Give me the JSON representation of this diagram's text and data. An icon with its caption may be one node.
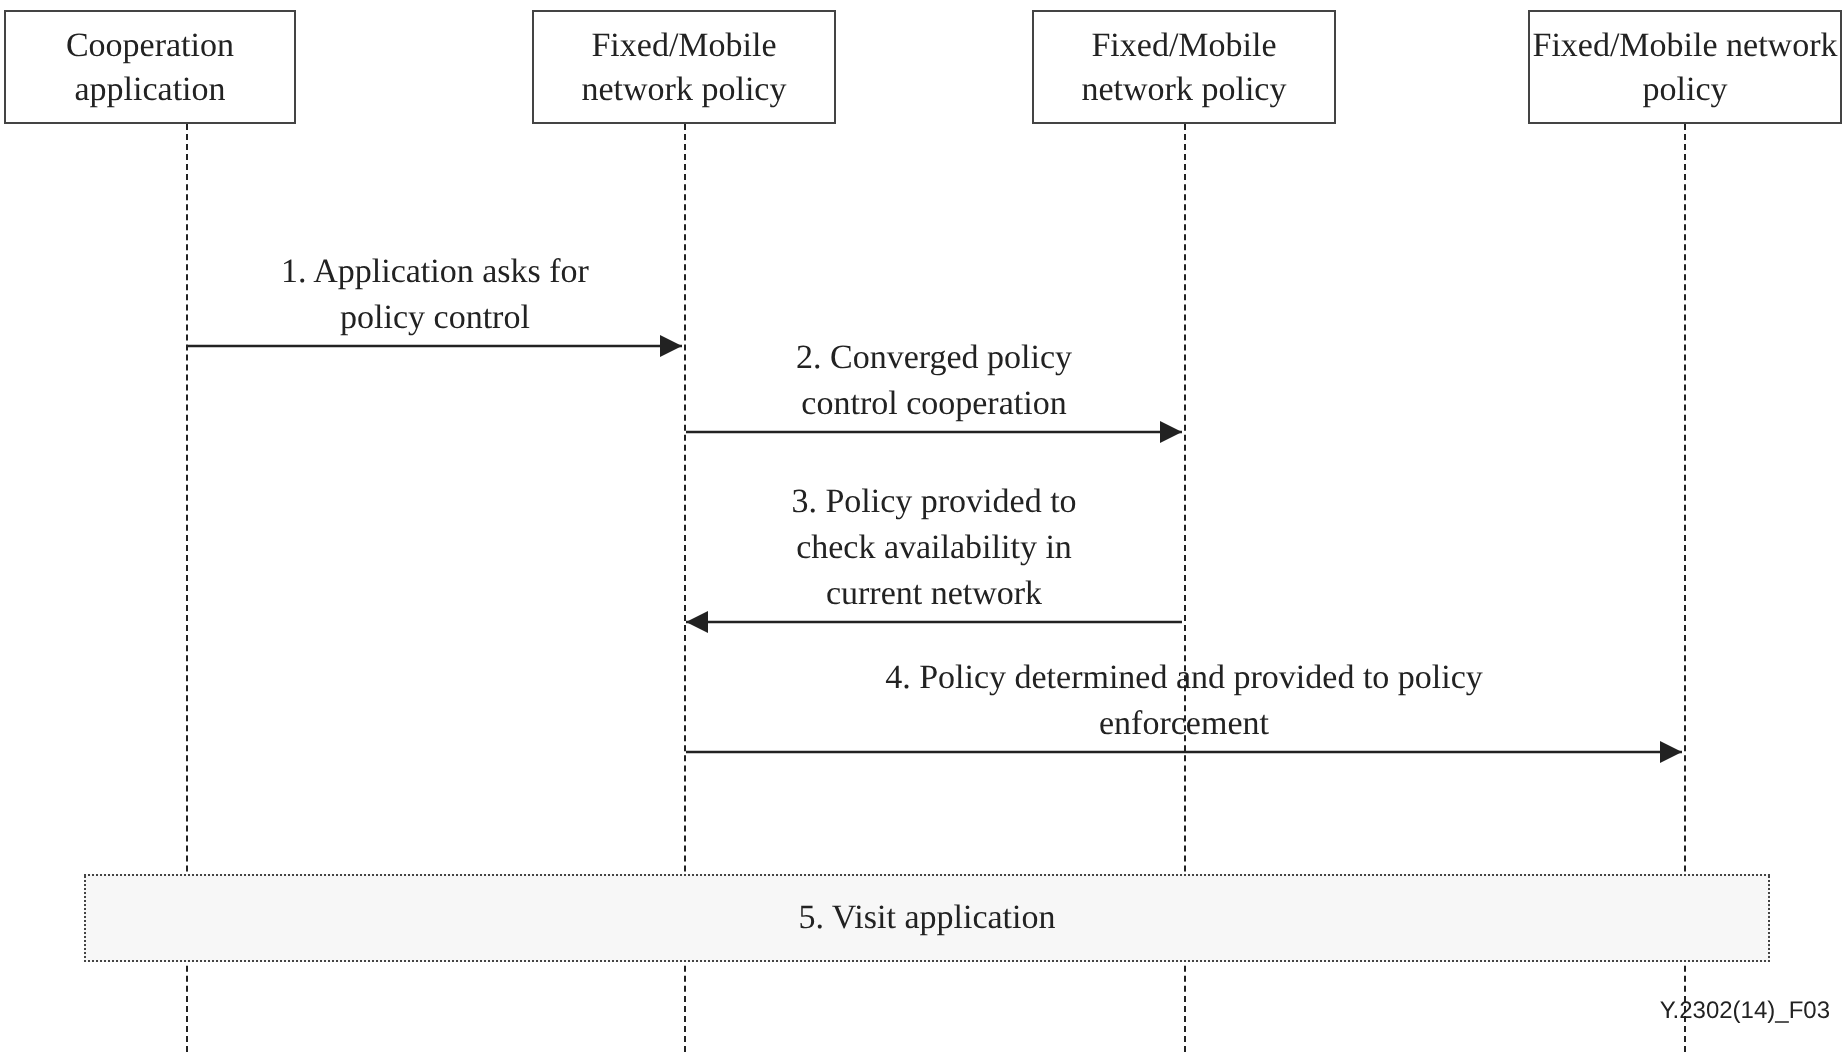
{
  "diagram": {
    "nodes": [
      {
        "text": [
          "Cooperation application"
        ]
      },
      {
        "text": [
          "Fixed/Mobile network policy"
        ]
      },
      {
        "text": [
          "Fixed/Mobile network policy"
        ]
      },
      {
        "text": [
          "Fixed/Mobile network policy"
        ]
      },
      {
        "text": [
          "5. Visit application"
        ]
      },
      {
        "text": [],
        "shape": "line"
      },
      {
        "text": [],
        "shape": "line"
      },
      {
        "text": [],
        "shape": "line"
      },
      {
        "text": [],
        "shape": "line"
      }
    ],
    "edges": [
      {
        "from": 5,
        "to": 6,
        "arrow": "to",
        "label": "1. Application asks for policy control"
      },
      {
        "from": 6,
        "to": 7,
        "arrow": "to",
        "label": "2. Converged policy control cooperation"
      },
      {
        "from": 7,
        "to": 6,
        "arrow": "to",
        "label": "3. Policy provided to check availability in current network"
      },
      {
        "from": 6,
        "to": 8,
        "arrow": "to",
        "label": "4. Policy determined and provided to policy enforcement"
      }
    ],
    "labels": [
      "Y.2302(14)_F03"
    ]
  }
}
